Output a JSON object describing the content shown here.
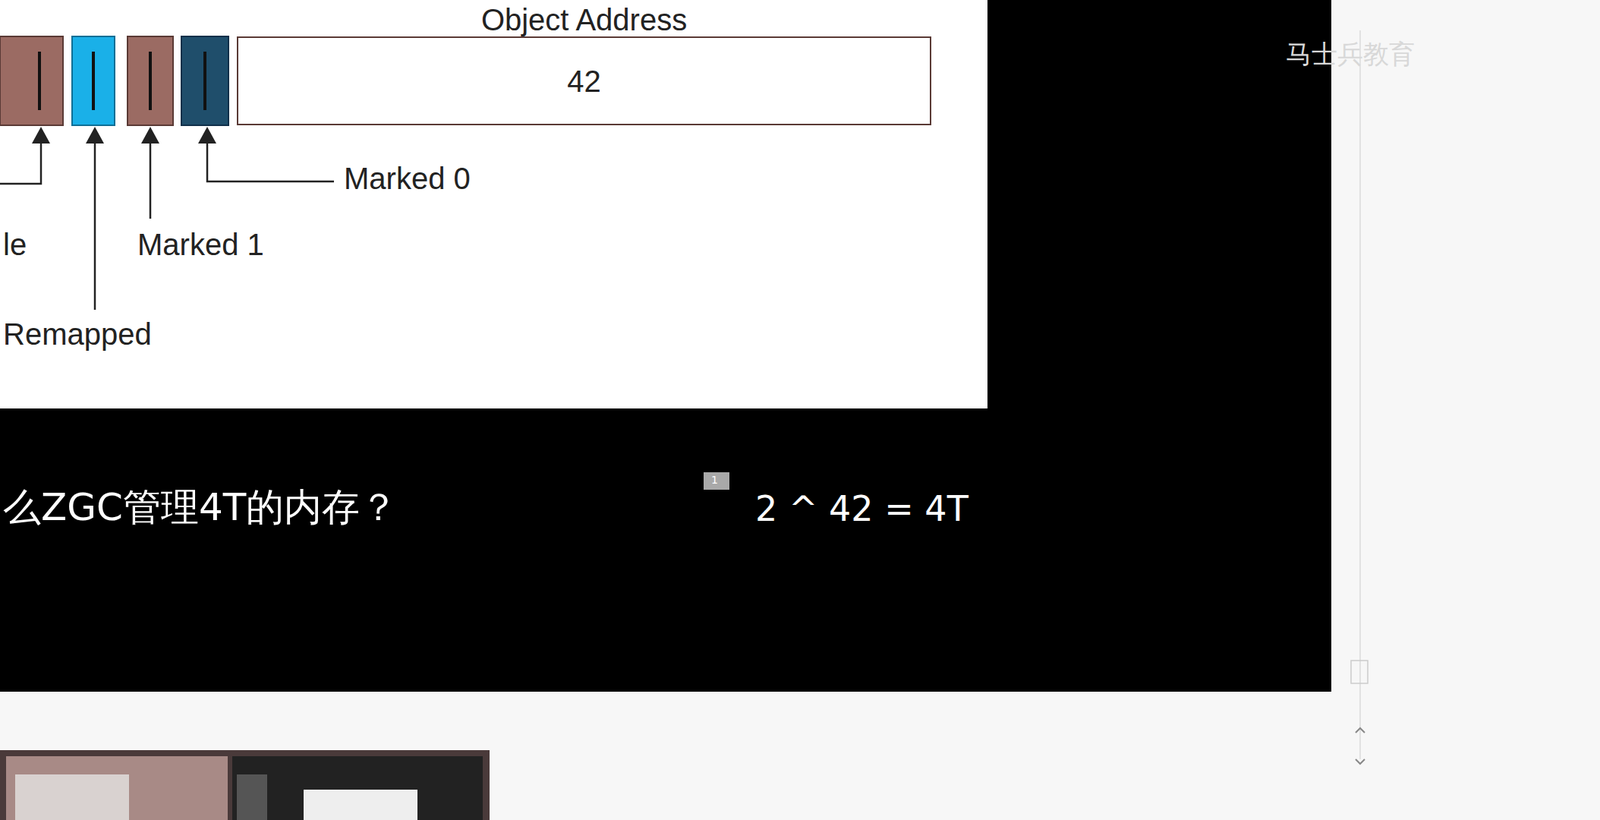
{
  "diagram": {
    "nodes": [
      {
        "text": [
          "Object Address",
          "42"
        ]
      }
    ],
    "labels": [
      "Marked 0",
      "le",
      "Marked 1",
      "Remapped",
      "么ZGC管理4T的内存？",
      "1",
      "2 ^ 42 = 4T",
      "马士兵教育"
    ]
  }
}
